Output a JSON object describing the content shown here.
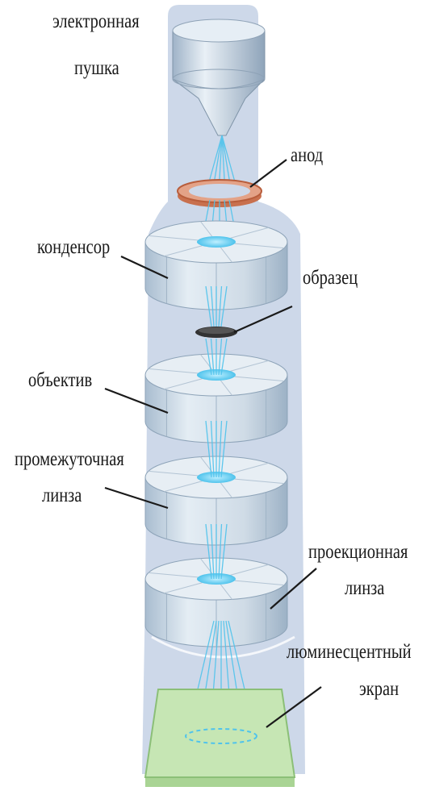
{
  "labels": {
    "gun": [
      "электронная",
      "пушка"
    ],
    "anode": "анод",
    "condenser": "конденсор",
    "specimen": "образец",
    "objective": "объектив",
    "intermediate": [
      "промежуточная",
      "линза"
    ],
    "projection": [
      "проекционная",
      "линза"
    ],
    "screen": [
      "люминесцентный",
      "экран"
    ]
  },
  "colors": {
    "column": "#cdd8e9",
    "lens_body": "#c2d3e1",
    "lens_top": "#e7eef4",
    "beam": "#4fc3ec",
    "anode_ring": "#d9805e",
    "specimen": "#333333",
    "screen": "#c6e6b4"
  }
}
